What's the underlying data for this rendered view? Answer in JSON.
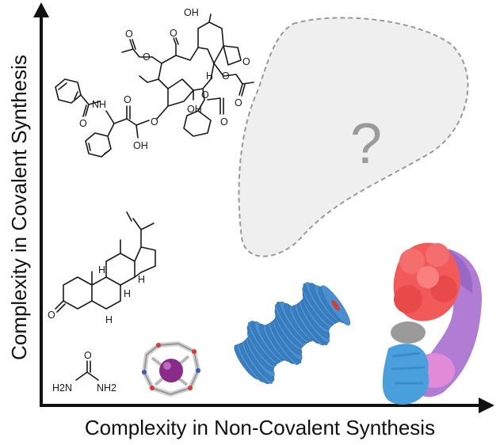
{
  "axes": {
    "x_label": "Complexity in Non-Covalent Synthesis",
    "y_label": "Complexity in Covalent Synthesis"
  },
  "blob": {
    "symbol": "?"
  },
  "molecules": {
    "urea": {
      "left": "H2N",
      "right": "NH2",
      "carbonyl": "O"
    },
    "steroid": {
      "h_labels": [
        "H",
        "H",
        "H",
        "H"
      ],
      "oxygen": "O"
    },
    "taxol": {
      "atom_labels": [
        "OH",
        "O",
        "O",
        "O",
        "O",
        "O",
        "O",
        "O",
        "O",
        "O",
        "O",
        "O",
        "NH",
        "OH",
        "OH",
        "H"
      ]
    }
  },
  "colors": {
    "axis": "#111111",
    "blob_fill": "#efefef",
    "blob_stroke": "#999999",
    "helix_blue": "#4a90d0",
    "helix_red": "#d63a3a",
    "protein_red": "#f25a5a",
    "protein_purple": "#b07cd4",
    "protein_blue": "#4aa0dc",
    "protein_gray": "#9a9a9a",
    "protein_pink": "#e08ad8",
    "crown_purple": "#8a2b8a"
  }
}
